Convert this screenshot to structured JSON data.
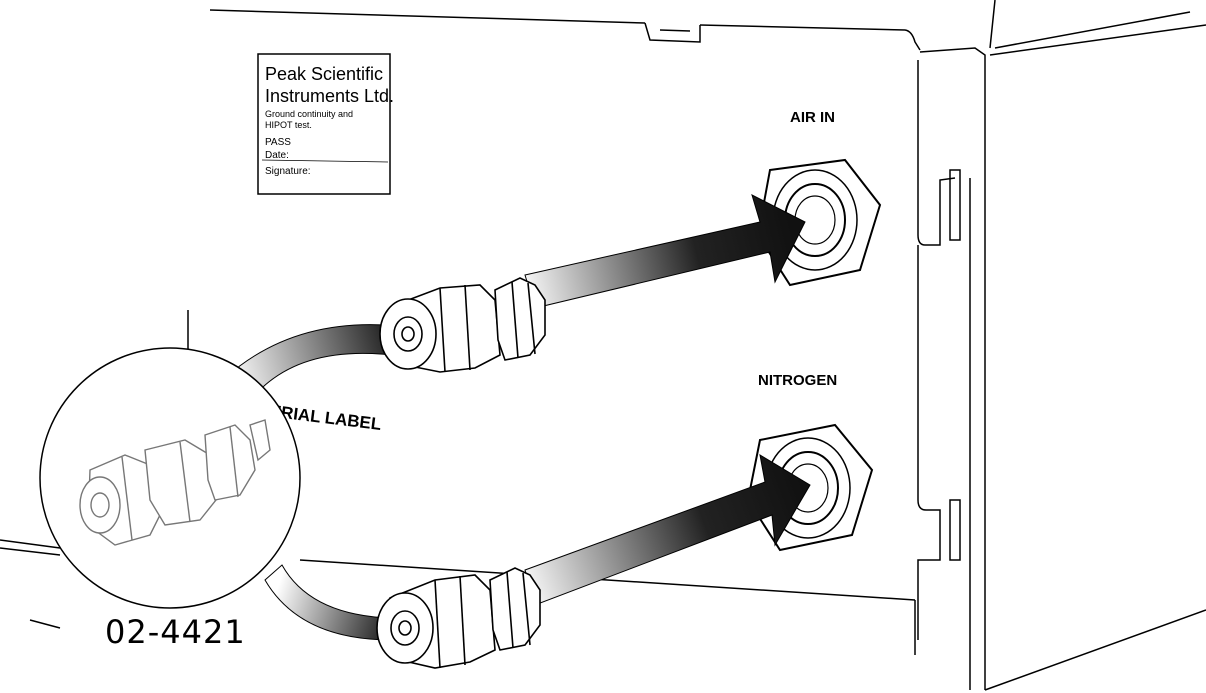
{
  "test_label": {
    "company_line1": "Peak Scientific",
    "company_line2": "Instruments Ltd.",
    "test_line1": "Ground continuity and",
    "test_line2": "HIPOT test.",
    "result": "PASS",
    "date_label": "Date:",
    "signature_label": "Signature:"
  },
  "ports": {
    "air_in_label": "AIR IN",
    "nitrogen_label": "NITROGEN"
  },
  "serial_label_text": "SERIAL LABEL",
  "part_number": "02-4421",
  "colors": {
    "line": "#000000",
    "background": "#ffffff",
    "arrow_dark": "#111111",
    "arrow_light": "#ffffff"
  },
  "icons": {
    "fitting": "compression-fitting-icon",
    "port": "hex-port-icon"
  }
}
